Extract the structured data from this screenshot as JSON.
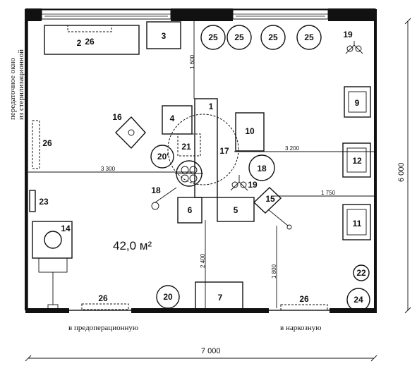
{
  "area": "42,0 м²",
  "labels": {
    "to_preop": "в предоперационную",
    "to_anesthesia": "в наркозную",
    "window_line1": "передаточное окно",
    "window_line2": "из стерилизационной"
  },
  "dims": {
    "total_width": "7 000",
    "total_height": "6 000",
    "d1600": "1 600",
    "d3200": "3 200",
    "d3300": "3 300",
    "d1750": "1 750",
    "d2400": "2 400",
    "d1800": "1 800"
  },
  "items": {
    "n1": "1",
    "n2": "2",
    "n3": "3",
    "n4": "4",
    "n5": "5",
    "n6": "6",
    "n7": "7",
    "n9": "9",
    "n10": "10",
    "n11": "11",
    "n12": "12",
    "n14": "14",
    "n15": "15",
    "n16": "16",
    "n17": "17",
    "n18a": "18",
    "n18b": "18",
    "n19a": "19",
    "n19b": "19",
    "n20a": "20'",
    "n20b": "20",
    "n21": "21",
    "n22": "22",
    "n23": "23",
    "n24": "24",
    "n25a": "25",
    "n25b": "25",
    "n25c": "25",
    "n25d": "25",
    "n26a": "26",
    "n26b": "26",
    "n26c": "26",
    "n26d": "26"
  }
}
